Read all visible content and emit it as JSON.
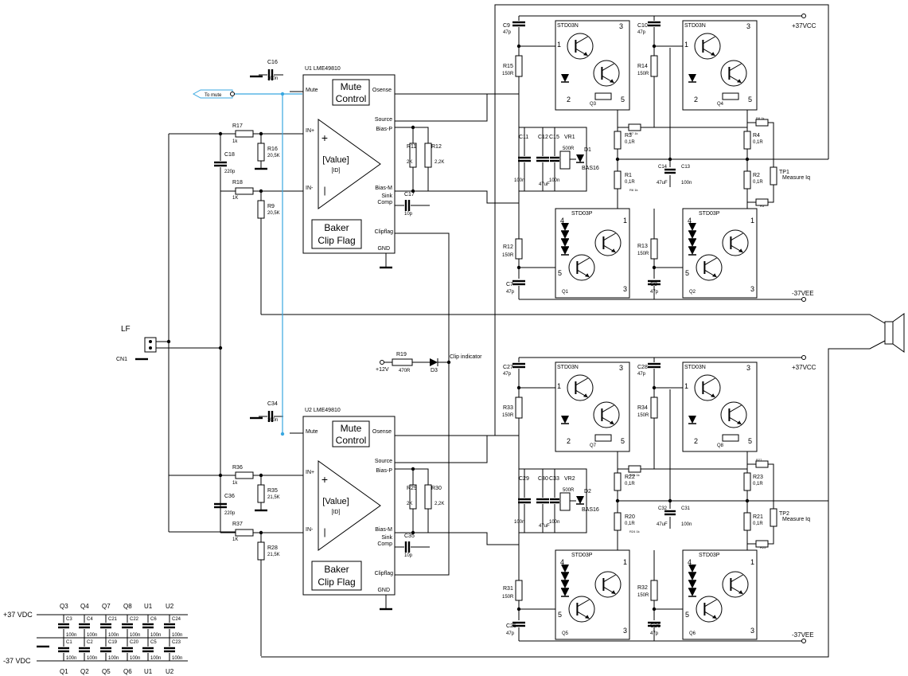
{
  "colors": {
    "wire": "#000000",
    "mute_net": "#39a7e0",
    "background": "#ffffff"
  },
  "chips": [
    {
      "title": "U1 LME49810",
      "mute": "Mute",
      "osense": "Osense",
      "mute_block": [
        "Mute",
        "Control"
      ],
      "source": "Source",
      "biasp": "Bias-P",
      "biasm": "Bias-M",
      "sink": "Sink",
      "comp": "Comp",
      "inp": "IN+",
      "inm": "IN-",
      "value": "[Value]",
      "id": "[ID]",
      "baker": [
        "Baker",
        "Clip Flag"
      ],
      "clipflag": "Clipflag",
      "gnd": "GND",
      "plus": "+",
      "minus": "|"
    },
    {
      "title": "U2 LME49810",
      "mute": "Mute",
      "osense": "Osense",
      "mute_block": [
        "Mute",
        "Control"
      ],
      "source": "Source",
      "biasp": "Bias-P",
      "biasm": "Bias-M",
      "sink": "Sink",
      "comp": "Comp",
      "inp": "IN+",
      "inm": "IN-",
      "value": "[Value]",
      "id": "[ID]",
      "baker": [
        "Baker",
        "Clip Flag"
      ],
      "clipflag": "Clipflag",
      "gnd": "GND",
      "plus": "+",
      "minus": "|"
    }
  ],
  "to_mute": "To mute",
  "lf": "LF",
  "cn1": "CN1",
  "rails": {
    "vcc": "+37VCC",
    "vee": "-37VEE"
  },
  "clip": {
    "v": "+12V",
    "r": "R19",
    "rv": "470R",
    "d": "D3",
    "label": "Clip indicator"
  },
  "bottom": {
    "vdc_p": "+37 VDC",
    "vdc_m": "-37 VDC",
    "top_labels": [
      "Q3",
      "Q4",
      "Q7",
      "Q8",
      "U1",
      "U2"
    ],
    "bot_labels": [
      "Q1",
      "Q2",
      "Q5",
      "Q6",
      "U1",
      "U2"
    ],
    "caps_top": [
      "C3",
      "C4",
      "C21",
      "C22",
      "C6",
      "C24"
    ],
    "caps_bot": [
      "C1",
      "C2",
      "C19",
      "C20",
      "C5",
      "C23"
    ],
    "val": "100n"
  },
  "front": [
    {
      "c_fb": "C16",
      "c_fb_v": "100n",
      "r_in": "R17",
      "r_in_v": "1k",
      "c_in": "C18",
      "c_in_v": "220p",
      "r_a": "R16",
      "r_a_v": "20,5K",
      "r_fb": "R18",
      "r_fb_v": "1K",
      "r_b": "R9",
      "r_b_v": "20,5K",
      "r11": "R11",
      "r11_v": "2K",
      "r12": "R12",
      "r12_v": "2,2K",
      "c_comp": "C17",
      "c_comp_v": "10p"
    },
    {
      "c_fb": "C34",
      "c_fb_v": "100n",
      "r_in": "R36",
      "r_in_v": "1k",
      "c_in": "C36",
      "c_in_v": "220p",
      "r_a": "R35",
      "r_a_v": "21,5K",
      "r_fb": "R37",
      "r_fb_v": "1K",
      "r_b": "R28",
      "r_b_v": "21,5K",
      "r11": "R29",
      "r11_v": "2K",
      "r12": "R30",
      "r12_v": "2,2K",
      "c_comp": "C35",
      "c_comp_v": "10p"
    }
  ],
  "out": [
    {
      "cA": "C9",
      "cA_v": "47p",
      "cB": "C10",
      "cB_v": "47p",
      "rA": "R15",
      "rA_v": "150R",
      "rB": "R14",
      "rB_v": "150R",
      "qn1": "STD03N",
      "qn2": "STD03N",
      "qn1n": "Q3",
      "qn2n": "Q4",
      "c11": "C11",
      "c11_v": "100n",
      "c12": "C12",
      "c12_v": "47uF",
      "c15": "C15",
      "c15_v": "100n",
      "vr": "VR1",
      "vr_v": "500R",
      "d": "D1",
      "d_v": "BAS16",
      "r3": "R3",
      "r3_v": "0,1R",
      "r1": "R1",
      "r1_v": "0,1R",
      "r4": "R4",
      "r4_v": "0,1R",
      "r2": "R2",
      "r2_v": "0,1R",
      "c14": "C14",
      "c14_v": "47uF",
      "c13": "C13",
      "c13_v": "100n",
      "tp": "TP1",
      "tp_v": "Measure Iq",
      "cC": "C7",
      "cC_v": "47p",
      "cD": "C8",
      "cD_v": "47p",
      "rC": "R12",
      "rC_v": "150R",
      "rD": "R13",
      "rD_v": "150R",
      "qp1": "STD03P",
      "qp2": "STD03P",
      "qp1n": "Q1",
      "qp2n": "Q2",
      "small": [
        "R7 1k",
        "R6 1k",
        "R8 1k",
        "R5"
      ]
    },
    {
      "cA": "C27",
      "cA_v": "47p",
      "cB": "C28",
      "cB_v": "47p",
      "rA": "R33",
      "rA_v": "150R",
      "rB": "R34",
      "rB_v": "150R",
      "qn1": "STD03N",
      "qn2": "STD03N",
      "qn1n": "Q7",
      "qn2n": "Q8",
      "c11": "C29",
      "c11_v": "100n",
      "c12": "C30",
      "c12_v": "47uF",
      "c15": "C33",
      "c15_v": "100n",
      "vr": "VR2",
      "vr_v": "500R",
      "d": "D2",
      "d_v": "BAS16",
      "r3": "R22",
      "r3_v": "0,1R",
      "r1": "R20",
      "r1_v": "0,1R",
      "r4": "R23",
      "r4_v": "0,1R",
      "r2": "R21",
      "r2_v": "0,1R",
      "c14": "C32",
      "c14_v": "47uF",
      "c13": "C31",
      "c13_v": "100n",
      "tp": "TP2",
      "tp_v": "Measure Iq",
      "cC": "C25",
      "cC_v": "47p",
      "cD": "C26",
      "cD_v": "47p",
      "rC": "R31",
      "rC_v": "150R",
      "rD": "R32",
      "rD_v": "150R",
      "qp1": "STD03P",
      "qp2": "STD03P",
      "qp1n": "Q5",
      "qp2n": "Q6",
      "small": [
        "R26 1k",
        "R24 1k",
        "R27",
        "R25"
      ]
    }
  ],
  "pins": {
    "n": [
      "1",
      "2",
      "3",
      "5"
    ],
    "p": [
      "4",
      "5",
      "1",
      "3"
    ]
  }
}
